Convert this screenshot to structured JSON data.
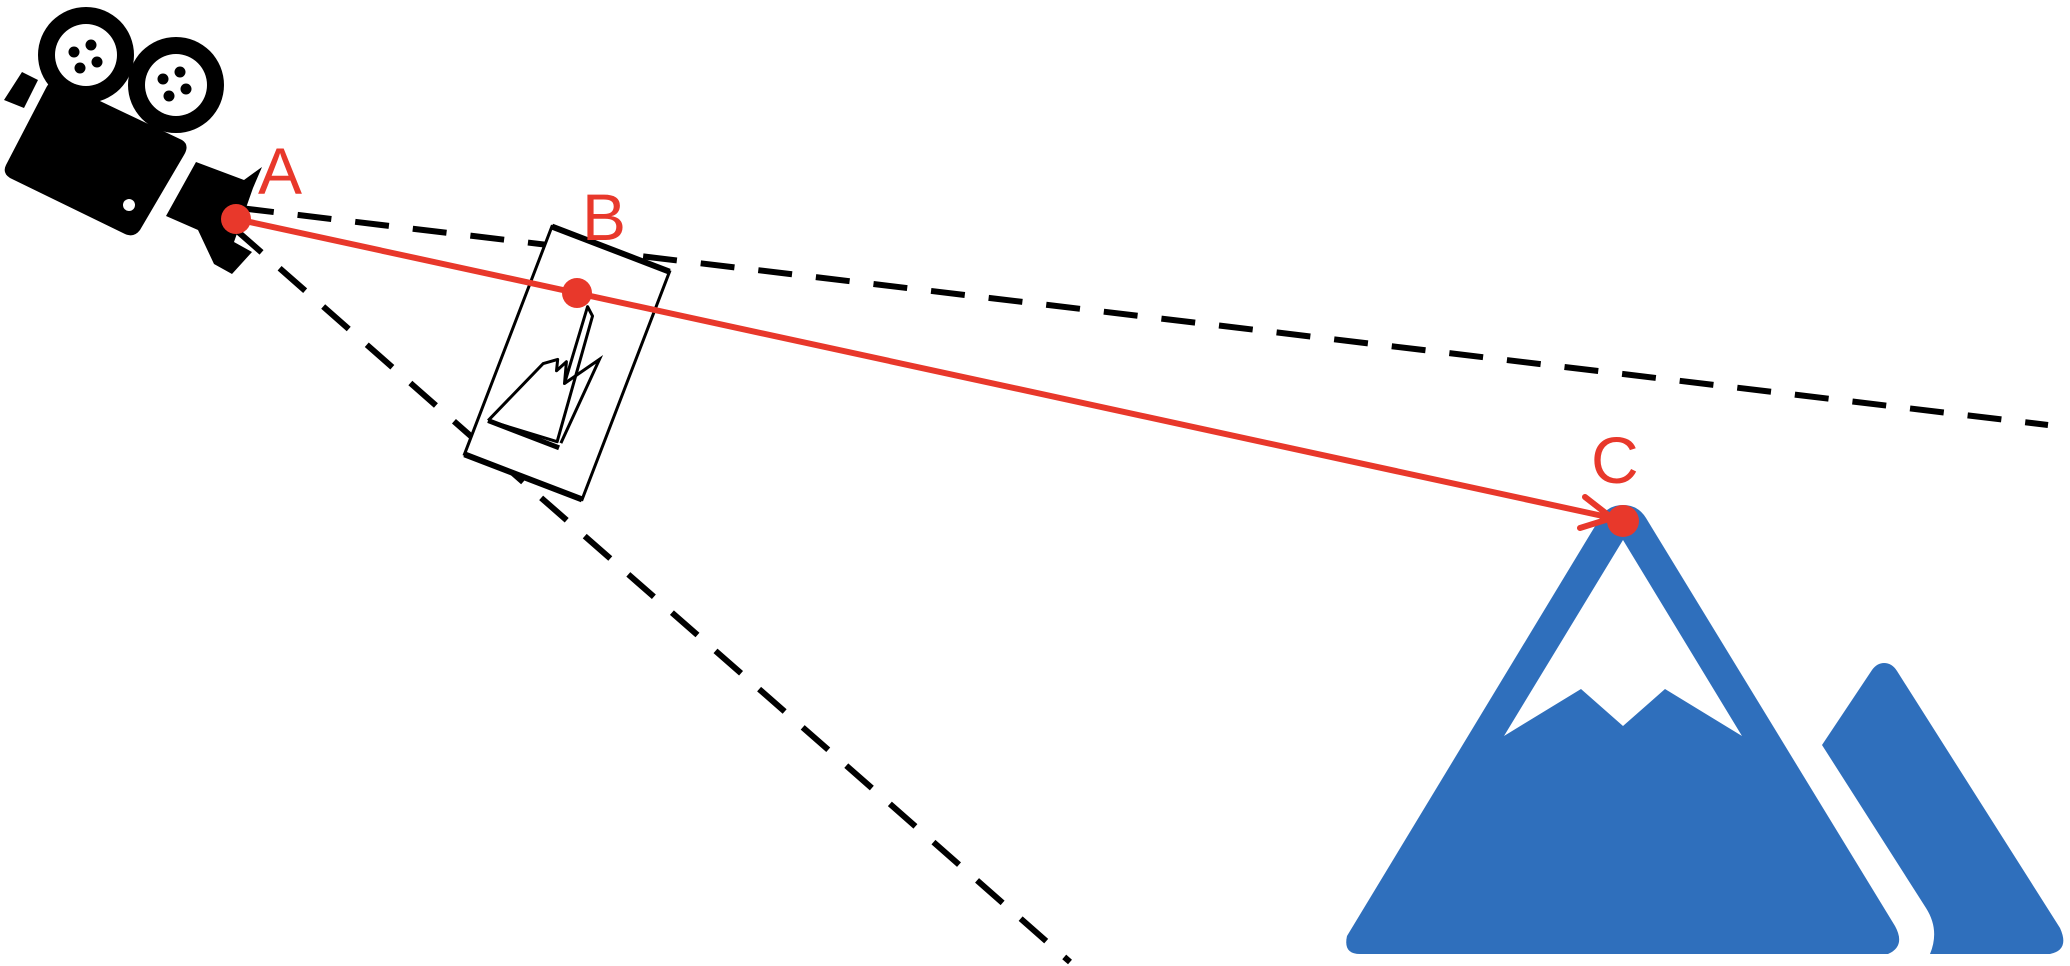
{
  "labels": {
    "point_a": "A",
    "point_b": "B",
    "point_c": "C"
  },
  "colors": {
    "ray": "#e8382b",
    "mountain": "#2f6fbc",
    "camera": "#000000",
    "frustum": "#000000",
    "background": "#ffffff"
  },
  "icons": [
    "movie-camera-icon",
    "image-plane-icon",
    "mountain-icon"
  ]
}
